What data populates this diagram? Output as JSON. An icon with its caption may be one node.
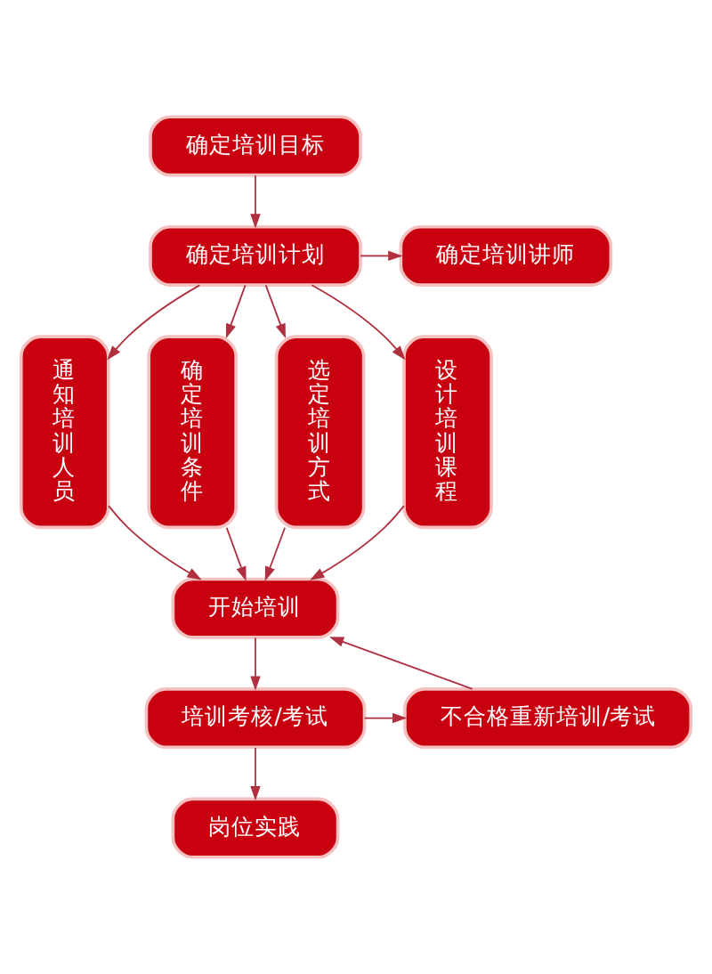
{
  "diagram": {
    "nodes": [
      {
        "text": [
          "确定培训目标"
        ]
      },
      {
        "text": [
          "确定培训计划"
        ]
      },
      {
        "text": [
          "确定培训讲师"
        ]
      },
      {
        "text": [
          "通知培训人员"
        ]
      },
      {
        "text": [
          "确定培训条件"
        ]
      },
      {
        "text": [
          "选定培训方式"
        ]
      },
      {
        "text": [
          "设计培训课程"
        ]
      },
      {
        "text": [
          "开始培训"
        ]
      },
      {
        "text": [
          "培训考核/考试"
        ]
      },
      {
        "text": [
          "不合格重新培训/考试"
        ]
      },
      {
        "text": [
          "岗位实践"
        ]
      }
    ],
    "edges": [
      {
        "from": 0,
        "to": 1,
        "arrow": "to"
      },
      {
        "from": 1,
        "to": 2,
        "arrow": "to"
      },
      {
        "from": 1,
        "to": 3,
        "arrow": "to"
      },
      {
        "from": 1,
        "to": 4,
        "arrow": "to"
      },
      {
        "from": 1,
        "to": 5,
        "arrow": "to"
      },
      {
        "from": 1,
        "to": 6,
        "arrow": "to"
      },
      {
        "from": 3,
        "to": 7,
        "arrow": "to"
      },
      {
        "from": 4,
        "to": 7,
        "arrow": "to"
      },
      {
        "from": 5,
        "to": 7,
        "arrow": "to"
      },
      {
        "from": 6,
        "to": 7,
        "arrow": "to"
      },
      {
        "from": 7,
        "to": 8,
        "arrow": "to"
      },
      {
        "from": 8,
        "to": 9,
        "arrow": "to"
      },
      {
        "from": 9,
        "to": 7,
        "arrow": "to"
      },
      {
        "from": 8,
        "to": 10,
        "arrow": "to"
      }
    ]
  }
}
